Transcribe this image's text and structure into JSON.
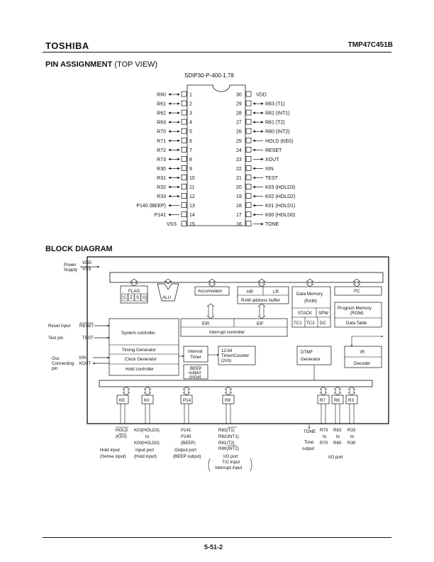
{
  "header": {
    "brand": "TOSHIBA",
    "part_number": "TMP47C451B"
  },
  "pin_section": {
    "title": "PIN ASSIGNMENT",
    "subtitle": "(TOP VIEW)",
    "package": "SDIP30-P-400-1.78"
  },
  "pins_left": [
    {
      "num": "1",
      "name": "R60",
      "dir": "bi"
    },
    {
      "num": "2",
      "name": "R61",
      "dir": "bi"
    },
    {
      "num": "3",
      "name": "R62",
      "dir": "bi"
    },
    {
      "num": "4",
      "name": "R63",
      "dir": "bi"
    },
    {
      "num": "5",
      "name": "R70",
      "dir": "bi"
    },
    {
      "num": "6",
      "name": "R71",
      "dir": "bi"
    },
    {
      "num": "7",
      "name": "R72",
      "dir": "bi"
    },
    {
      "num": "8",
      "name": "R73",
      "dir": "bi"
    },
    {
      "num": "9",
      "name": "R30",
      "dir": "bi"
    },
    {
      "num": "10",
      "name": "R31",
      "dir": "bi"
    },
    {
      "num": "11",
      "name": "R32",
      "dir": "bi"
    },
    {
      "num": "12",
      "name": "R33",
      "dir": "bi"
    },
    {
      "num": "13",
      "name": "P140 (BEEP)",
      "dir": "out"
    },
    {
      "num": "14",
      "name": "P141",
      "dir": "out"
    },
    {
      "num": "15",
      "name": "VSS",
      "dir": "none"
    }
  ],
  "pins_right": [
    {
      "num": "30",
      "name": "VDD",
      "dir": "none"
    },
    {
      "num": "29",
      "name": "R83 (T1)",
      "dir": "bi"
    },
    {
      "num": "28",
      "name": "R82 (INT1)",
      "dir": "bi"
    },
    {
      "num": "27",
      "name": "R81 (T2)",
      "dir": "bi"
    },
    {
      "num": "26",
      "name": "R80 (INT2)",
      "dir": "bi"
    },
    {
      "num": "25",
      "name": "HOLD (KE0)",
      "dir": "in"
    },
    {
      "num": "24",
      "name": "RESET",
      "dir": "in"
    },
    {
      "num": "23",
      "name": "XOUT",
      "dir": "out"
    },
    {
      "num": "22",
      "name": "XIN",
      "dir": "in"
    },
    {
      "num": "21",
      "name": "TEST",
      "dir": "in"
    },
    {
      "num": "20",
      "name": "K03 (HOLD3)",
      "dir": "in"
    },
    {
      "num": "19",
      "name": "K02 (HOLD2)",
      "dir": "in"
    },
    {
      "num": "18",
      "name": "K01 (HOLD1)",
      "dir": "in"
    },
    {
      "num": "17",
      "name": "K00 (HOLD0)",
      "dir": "in"
    },
    {
      "num": "16",
      "name": "TONE",
      "dir": "out"
    }
  ],
  "block_section": {
    "title": "BLOCK DIAGRAM"
  },
  "block": {
    "power": "Power",
    "supply": "Supply",
    "vdd": "VDD",
    "vss": "VSS",
    "flag": "FLAG",
    "flag_bits": [
      "C",
      "Z",
      "S",
      "G"
    ],
    "alu": "ALU",
    "accumulator": "Accumulator",
    "hr": "HR",
    "lr": "LR",
    "ram_addr_buffer": "RAM address buffer",
    "data_memory": "Data Memory",
    "ram": "(RAM)",
    "stack": "STACK",
    "spw": "SPW",
    "tc1": "TC1",
    "tc2": "TC2",
    "dc": "DC",
    "pc": "PC",
    "program_memory": "Program Memory",
    "rom": "(ROM)",
    "data_table": "Data Table",
    "eir": "EIR",
    "eif": "EIF",
    "interrupt_controller": "Interrupt controller",
    "system_controller": "System controller",
    "timing_generator": "Timing Generator",
    "clock_generator": "Clock Generator",
    "hold_controller": "Hold controller",
    "interval_timer_1": "Interval",
    "interval_timer_2": "Timer",
    "timer_counter_1": "12-bit",
    "timer_counter_2": "Timer/Counter",
    "timer_counter_3": "(2ch)",
    "beep_1": "BEEP",
    "beep_2": "output",
    "beep_3": "circuit",
    "dtmf_1": "DTMF",
    "dtmf_2": "Generator",
    "ir": "IR",
    "decoder": "Decoder",
    "reset_input": "Reset input",
    "reset": "RESET",
    "test_pin": "Test pin",
    "test": "TEST",
    "osc_1": "Osc",
    "osc_2": "Connecting",
    "osc_3": "pin",
    "xin": "XIN",
    "xout": "XOUT",
    "ports": [
      "KE",
      "K0",
      "P14",
      "R8",
      "R7",
      "R6",
      "R3"
    ],
    "ke_desc": [
      "HOLD",
      "(KE0)",
      "Hold input",
      "(Sense input)"
    ],
    "k0_desc": [
      "K03(HOLD3)",
      "to",
      "K00(HOLD0)",
      "Input port",
      "(Hold input)"
    ],
    "p14_desc": [
      "P141",
      "P140",
      "(BEEP)",
      "Output port",
      "(BEEP output)"
    ],
    "r8_desc": [
      "R83(T1)",
      "R82(INT1)",
      "R81(T2)",
      "R80(INT2)",
      "I/O port",
      "T/C input",
      "Interrupt input"
    ],
    "tone_desc": [
      "TONE",
      "Tone",
      "output"
    ],
    "r7_desc": [
      "R73",
      "to",
      "R70"
    ],
    "r6_desc": [
      "R63",
      "to",
      "R60"
    ],
    "r3_desc": [
      "R33",
      "to",
      "R30"
    ],
    "io_port": "I/O port"
  },
  "footer": {
    "page": "5-51-2"
  }
}
